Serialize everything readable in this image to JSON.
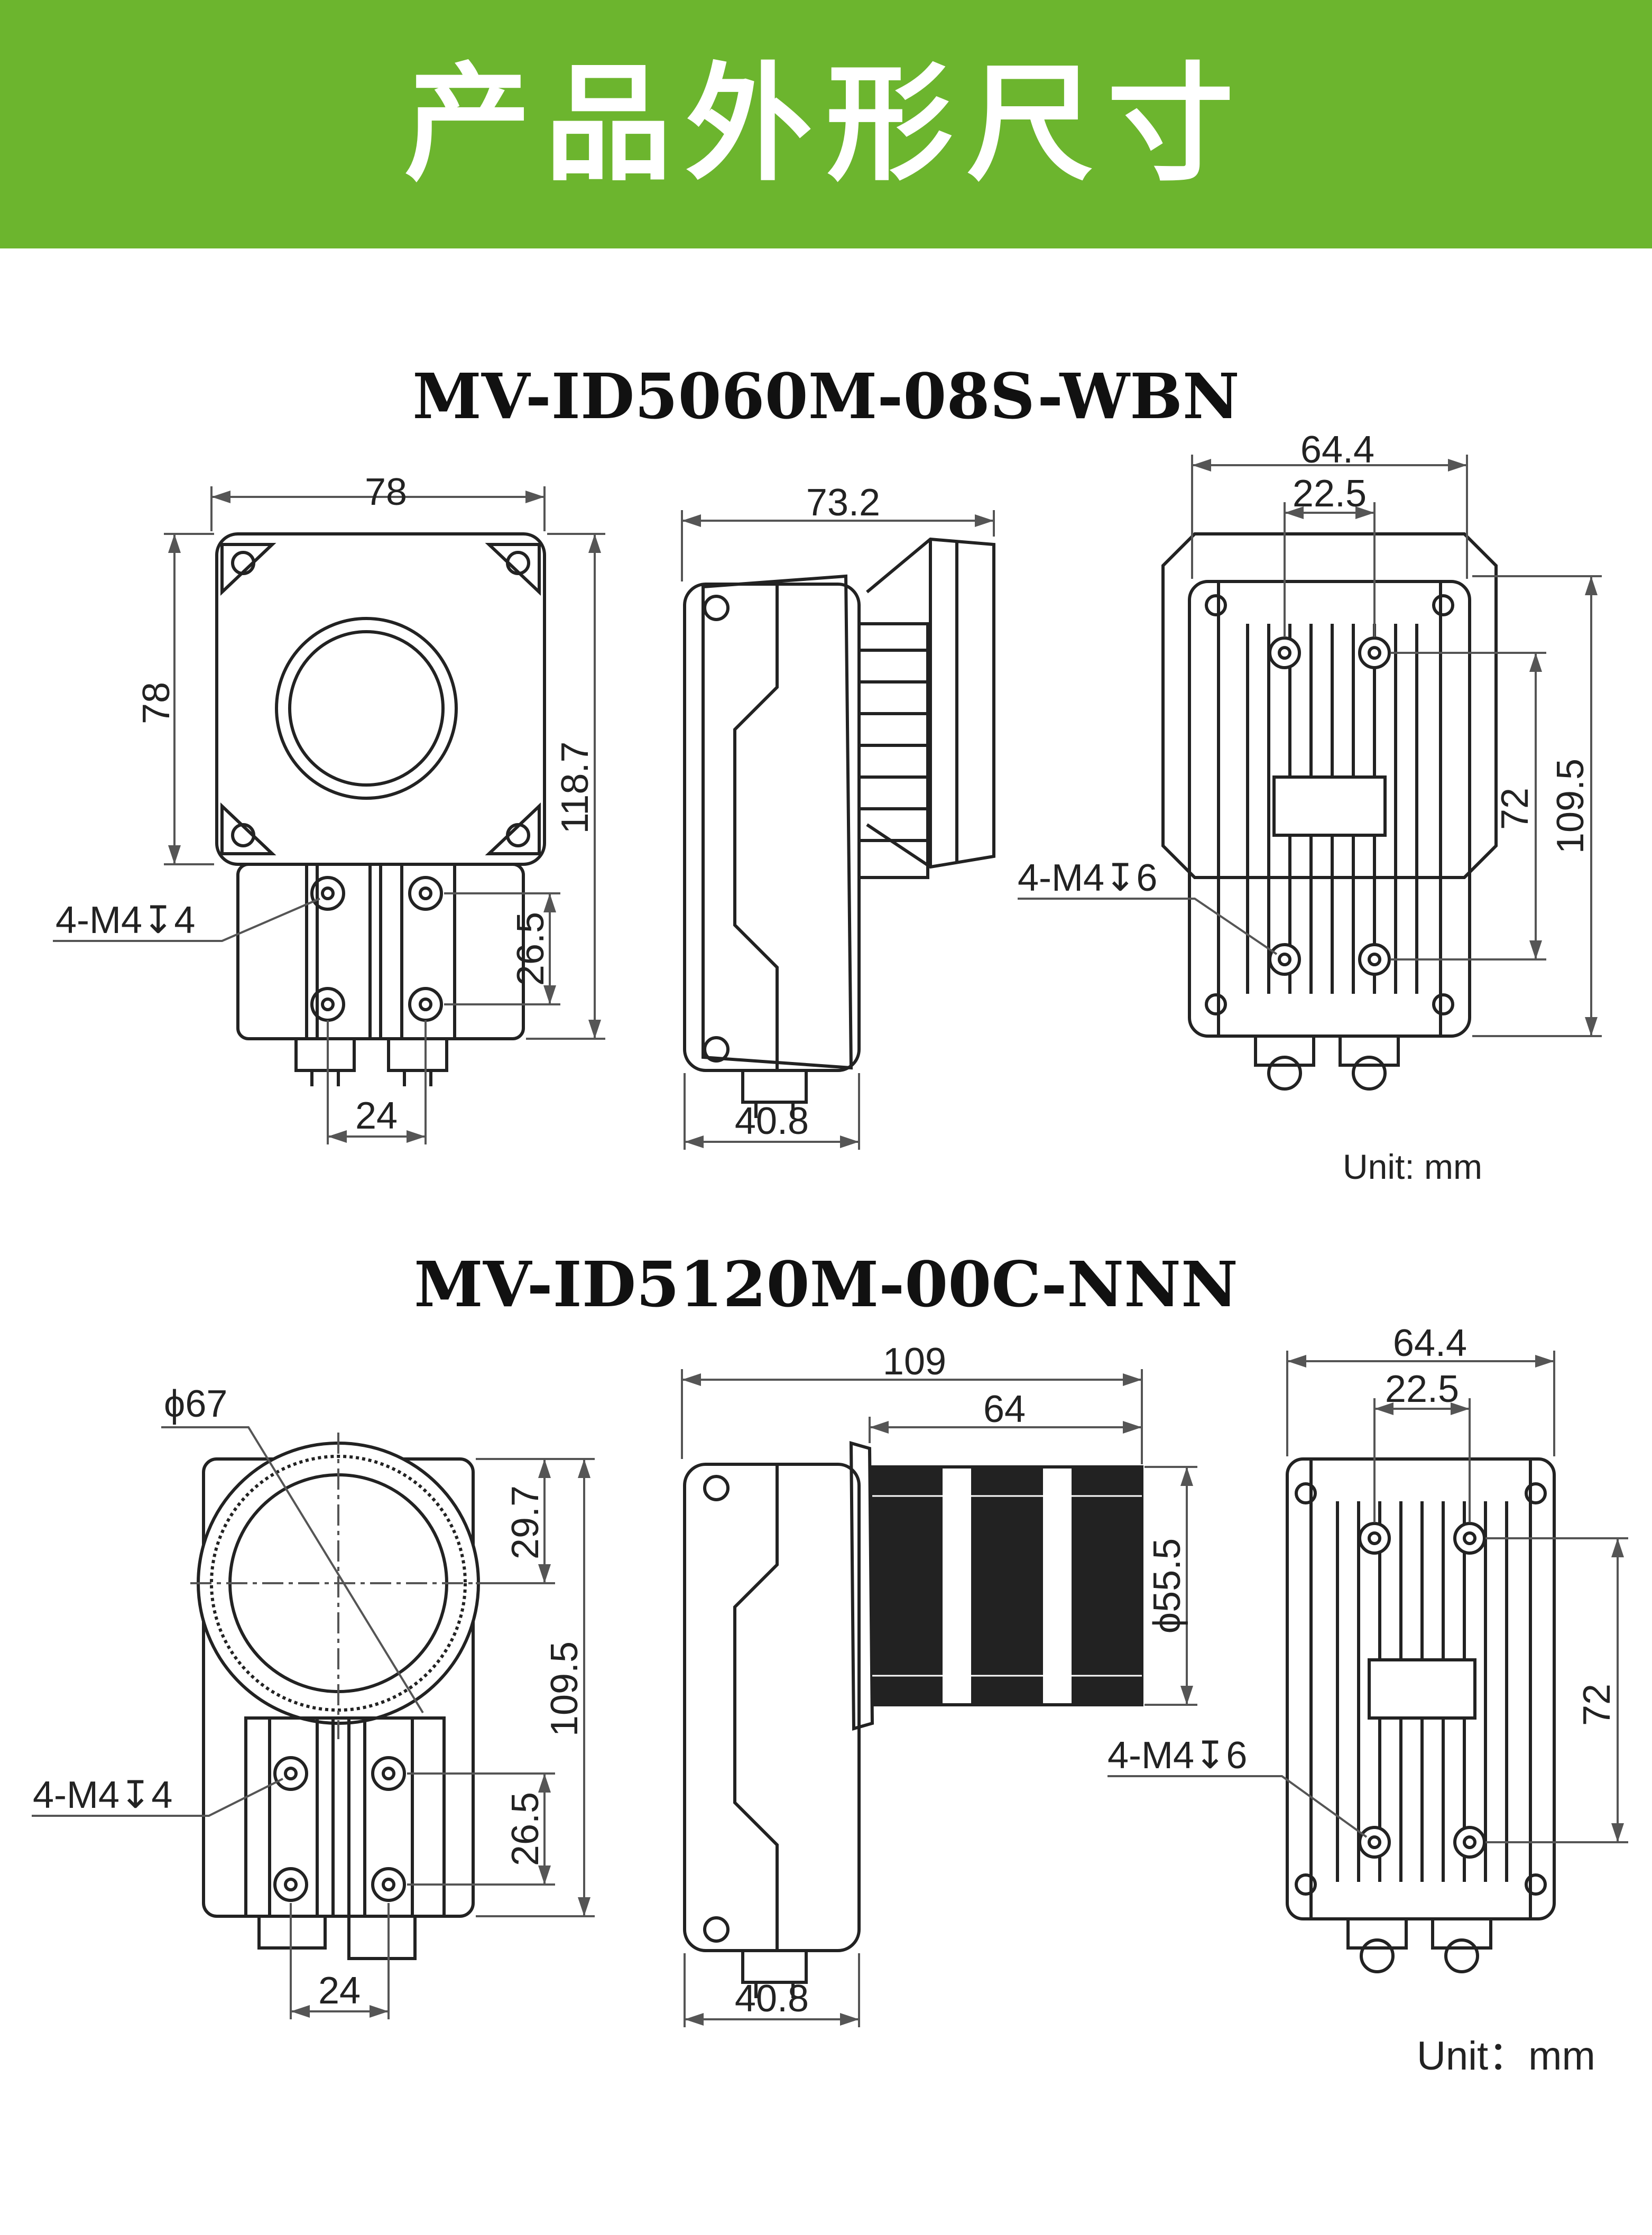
{
  "header": {
    "title": "产品外形尺寸",
    "color": "#6cb52e"
  },
  "models": [
    {
      "name": "MV-ID5060M-08S-WBN",
      "dimensions": {
        "front_width": "78",
        "front_height": "78",
        "total_height": "118.7",
        "hole_pitch_vertical": "26.5",
        "hole_pitch_horizontal": "24",
        "thread_front": "4-M4↧4",
        "side_length": "73.2",
        "side_depth": "40.8",
        "back_width": "64.4",
        "back_hole_pitch": "22.5",
        "back_hole_vertical": "72",
        "back_height": "109.5",
        "thread_back": "4-M4↧6"
      },
      "unit": "Unit: mm"
    },
    {
      "name": "MV-ID5120M-00C-NNN",
      "dimensions": {
        "lens_diameter": "ϕ67",
        "lens_offset": "29.7",
        "total_height": "109.5",
        "hole_pitch_vertical": "26.5",
        "hole_pitch_horizontal": "24",
        "thread_front": "4-M4↧4",
        "side_length": "109",
        "lens_length": "64",
        "lens_ring_diameter": "ϕ55.5",
        "side_depth": "40.8",
        "back_width": "64.4",
        "back_hole_pitch": "22.5",
        "back_hole_vertical": "72",
        "thread_back": "4-M4↧6"
      },
      "unit": "Unit：mm"
    }
  ]
}
